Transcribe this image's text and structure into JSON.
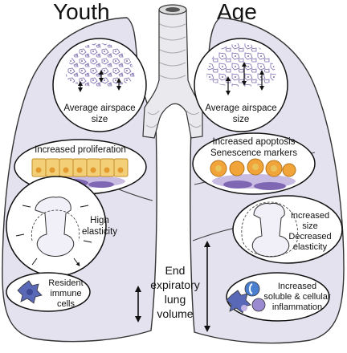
{
  "headings": {
    "left": "Youth",
    "right": "Age"
  },
  "labels": {
    "airspace_left": [
      "Average airspace",
      "size"
    ],
    "airspace_right": [
      "Average airspace",
      "size"
    ],
    "proliferation": "Increased proliferation",
    "apoptosis": [
      "Increased apoptosis",
      "Senescence markers"
    ],
    "elasticity_left": [
      "High",
      "elasticity"
    ],
    "elasticity_right": [
      "Increased",
      "size",
      "Decreased",
      "elasticity"
    ],
    "immune_left": [
      "Resident",
      "immune",
      "cells"
    ],
    "immune_right": [
      "Increased",
      "soluble & cellular",
      "inflammation"
    ],
    "eelv": [
      "End",
      "expiratory",
      "lung",
      "volume"
    ]
  },
  "colors": {
    "lung_fill": "#e5e2ef",
    "lung_stroke": "#333333",
    "trachea": "#e9e9ee",
    "cell_yellow": "#f3cf78",
    "cell_orange": "#f0a43a",
    "purple": "#8f78bd",
    "immune_blue": "#5a68b8"
  }
}
